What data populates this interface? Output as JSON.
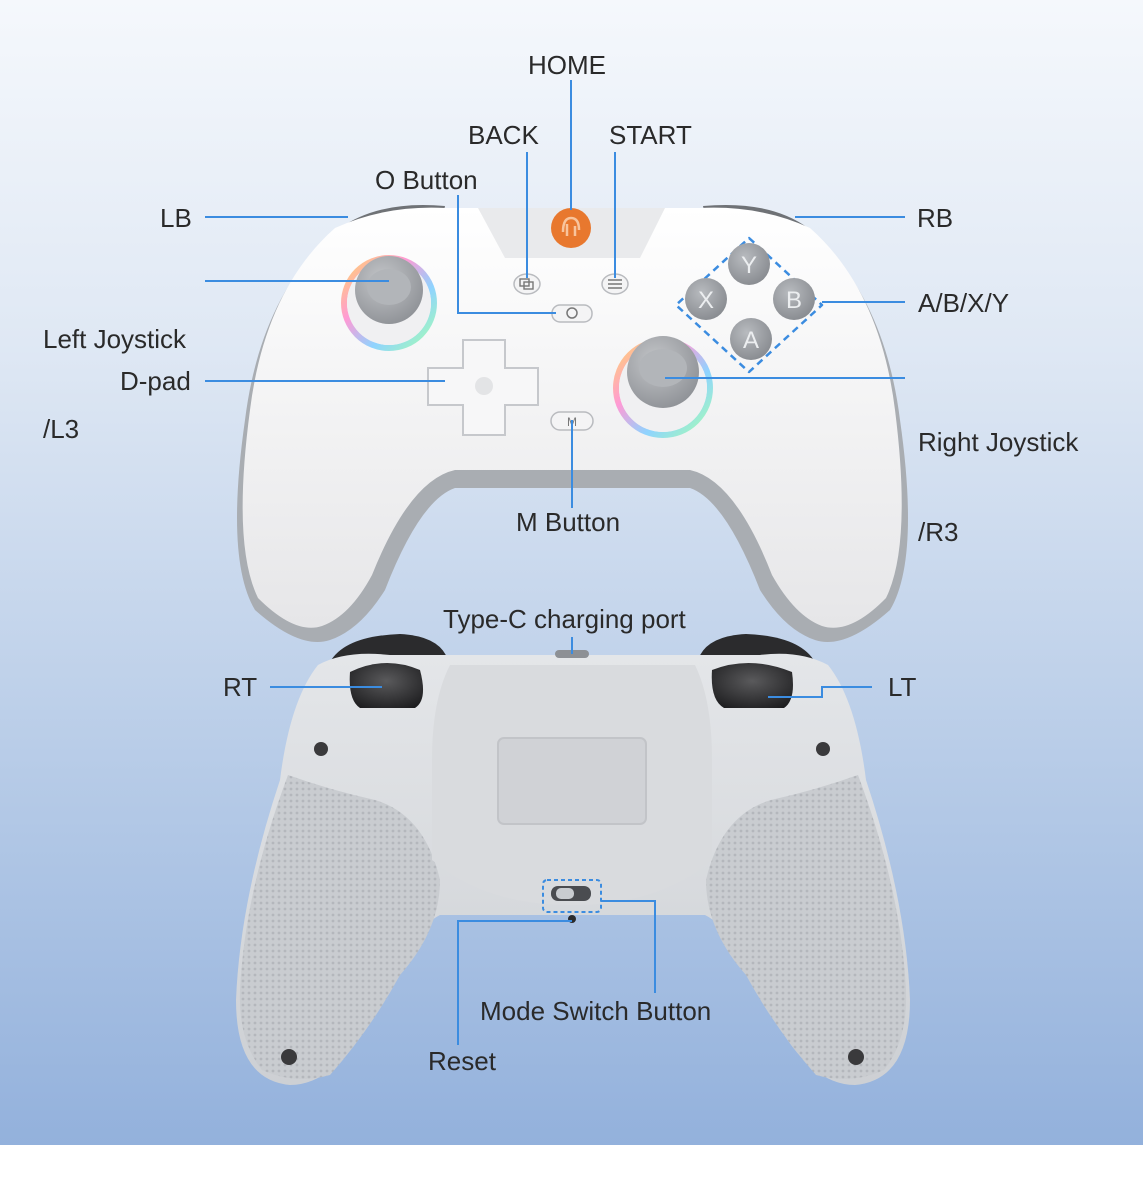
{
  "labels": {
    "home": "HOME",
    "back": "BACK",
    "start": "START",
    "o_button": "O Button",
    "lb": "LB",
    "rb": "RB",
    "left_joystick_line1": "Left Joystick",
    "left_joystick_line2": "/L3",
    "abxy": "A/B/X/Y",
    "dpad": "D-pad",
    "right_joystick_line1": "Right Joystick",
    "right_joystick_line2": "/R3",
    "m_button": "M Button",
    "type_c": "Type-C charging port",
    "rt": "RT",
    "lt": "LT",
    "mode_switch": "Mode Switch Button",
    "reset": "Reset"
  },
  "face_buttons": {
    "y": "Y",
    "x": "X",
    "b": "B",
    "a": "A",
    "m": "M"
  },
  "colors": {
    "leader_line": "#3b8ce0",
    "home_button": "#e8782e",
    "controller_white": "#f3f3f3",
    "controller_grey": "#c9ccd0",
    "button_grey": "#9a9ea3"
  },
  "icons": [
    "home-logo-icon",
    "back-icon",
    "start-menu-icon",
    "o-circle-icon"
  ]
}
